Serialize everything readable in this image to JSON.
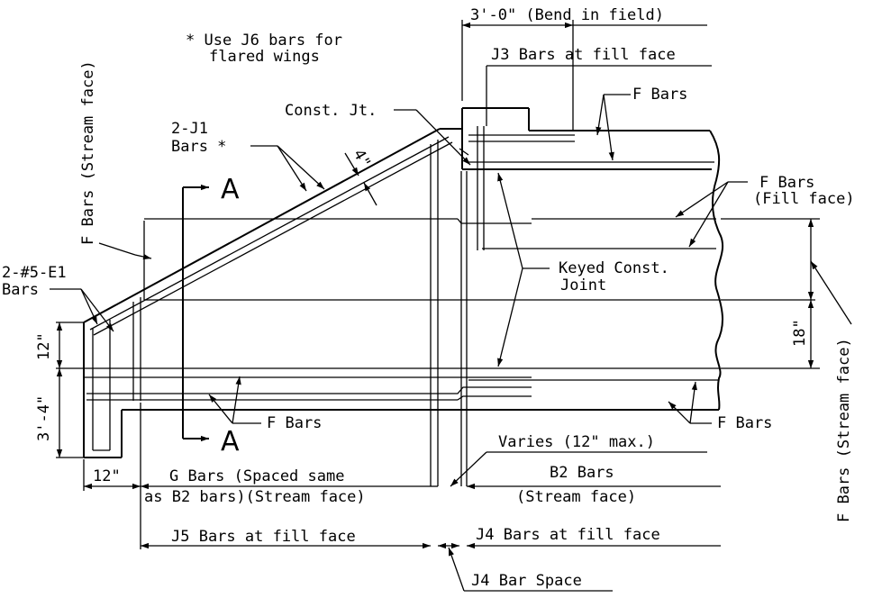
{
  "labels": {
    "note_line1": "* Use J6 bars for",
    "note_line2": "flared wings",
    "bend_in_field": "3'-0\" (Bend in field)",
    "j3_bars": "J3 Bars at fill face",
    "f_bars_top": "F Bars",
    "const_jt": "Const. Jt.",
    "j1_line1": "2-J1",
    "j1_line2": "Bars *",
    "four_in": "4\"",
    "section_a": "A",
    "f_bars_fill_line1": "F Bars",
    "f_bars_fill_line2": "(Fill face)",
    "f_bars_stream_left": "F Bars (Stream face)",
    "f_bars_stream_right": "F Bars (Stream face)",
    "e1_line1": "2-#5-E1",
    "e1_line2": "Bars",
    "keyed_line1": "Keyed Const.",
    "keyed_line2": "Joint",
    "dim_12_vert": "12\"",
    "dim_18": "18\"",
    "dim_3_4": "3'-4\"",
    "f_bars_bottom_left": "F Bars",
    "f_bars_bottom_right": "F Bars",
    "varies": "Varies (12\" max.)",
    "dim_12_horiz": "12\"",
    "g_bars_line1": "G Bars (Spaced same",
    "g_bars_line2": "as B2 bars)(Stream face)",
    "b2_line1": "B2 Bars",
    "b2_line2": "(Stream face)",
    "j5_bars": "J5 Bars at fill face",
    "j4_bars": "J4 Bars at fill face",
    "j4_space": "J4 Bar Space"
  }
}
